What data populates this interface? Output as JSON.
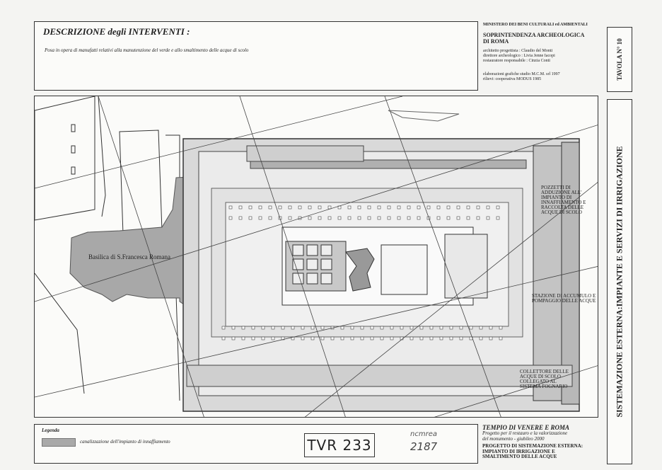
{
  "description": {
    "title": "DESCRIZIONE degli INTERVENTI :",
    "text": "Posa in opera di manufatti relativi alla manutenzione del verde e allo smaltimento delle acque di scolo"
  },
  "ministry": {
    "line1": "MINISTERO DEI BENI CULTURALI ed AMBIENTALI",
    "line2": "SOPRINTENDENZA ARCHEOLOGICA",
    "line3": "DI ROMA",
    "credit1": "architetto progettista : Claudio del Monti",
    "credit2": "direttore archeologico : Livia Jenne Iacopi",
    "credit3": "restauratore responsabile : Cinzia Conti",
    "credit4": "elaborazioni grafiche studio M.C.M. srl 1997",
    "credit5": "rilievi: cooperativa MODUS 1985"
  },
  "tavola": "TAVOLA N° 10",
  "side_title": "SISTEMAZIONE ESTERNA:IMPIANTE E SERVIZI DI IRRIGAZIONE",
  "map": {
    "basilica": "Basilica di S.Francesca Romana",
    "label_top_right": [
      "POZZETTI DI",
      "ADDUZIONE ALL'",
      "IMPIANTO DI",
      "INNAFFIAMENTO E",
      "RACCOLTA DELLE",
      "ACQUE DI SCOLO"
    ],
    "label_mid_right": [
      "STAZIONE DI ACCUMULO E",
      "POMPAGGIO DELLE ACQUE"
    ],
    "label_bottom_right": [
      "COLLETTORE DELLE",
      "ACQUE DI SCOLO",
      "COLLEGATO AL",
      "SISTEMA FOGNARIO"
    ]
  },
  "legend": {
    "title": "Legenda",
    "label": "canalizzazione dell'impianto di innaffiamento"
  },
  "stamp": "TVR 233",
  "handwritten": {
    "line1": "ncmrea",
    "line2": "2187"
  },
  "temple": {
    "title": "TEMPIO DI VENERE E ROMA",
    "sub1": "Progetto per il restauro e la valorizzazione",
    "sub2": "del monumento - giubileo 2000",
    "caps1": "PROGETTO DI SISTEMAZIONE ESTERNA:",
    "caps2": "IMPIANTO DI IRRIGAZIONE E",
    "caps3": "SMALTIMENTO DELLE ACQUE"
  }
}
